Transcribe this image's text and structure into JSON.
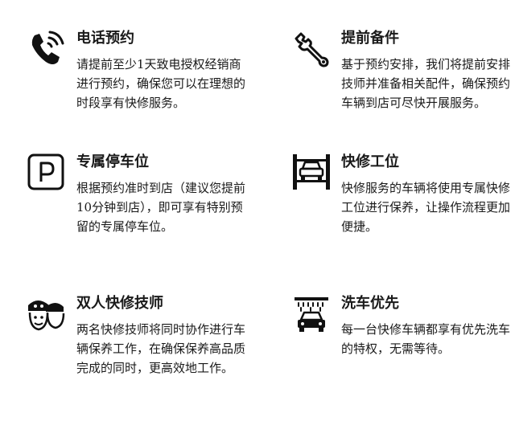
{
  "features": [
    {
      "icon": "phone-call-icon",
      "title": "电话预约",
      "description": "请提前至少1天致电授权经销商进行预约，确保您可以在理想的时段享有快修服务。"
    },
    {
      "icon": "wrench-icon",
      "title": "提前备件",
      "description": "基于预约安排，我们将提前安排技师并准备相关配件，确保预约车辆到店可尽快开展服务。"
    },
    {
      "icon": "parking-sign-icon",
      "title": "专属停车位",
      "description": "根据预约准时到店（建议您提前10分钟到店），即可享有特别预留的专属停车位。"
    },
    {
      "icon": "car-lift-icon",
      "title": "快修工位",
      "description": "快修服务的车辆将使用专属快修工位进行保养，让操作流程更加便捷。"
    },
    {
      "icon": "two-technicians-icon",
      "title": "双人快修技师",
      "description": "两名快修技师将同时协作进行车辆保养工作，在确保保养高品质完成的同时，更高效地工作。"
    },
    {
      "icon": "car-wash-icon",
      "title": "洗车优先",
      "description": "每一台快修车辆都享有优先洗车的特权，无需等待。"
    }
  ]
}
